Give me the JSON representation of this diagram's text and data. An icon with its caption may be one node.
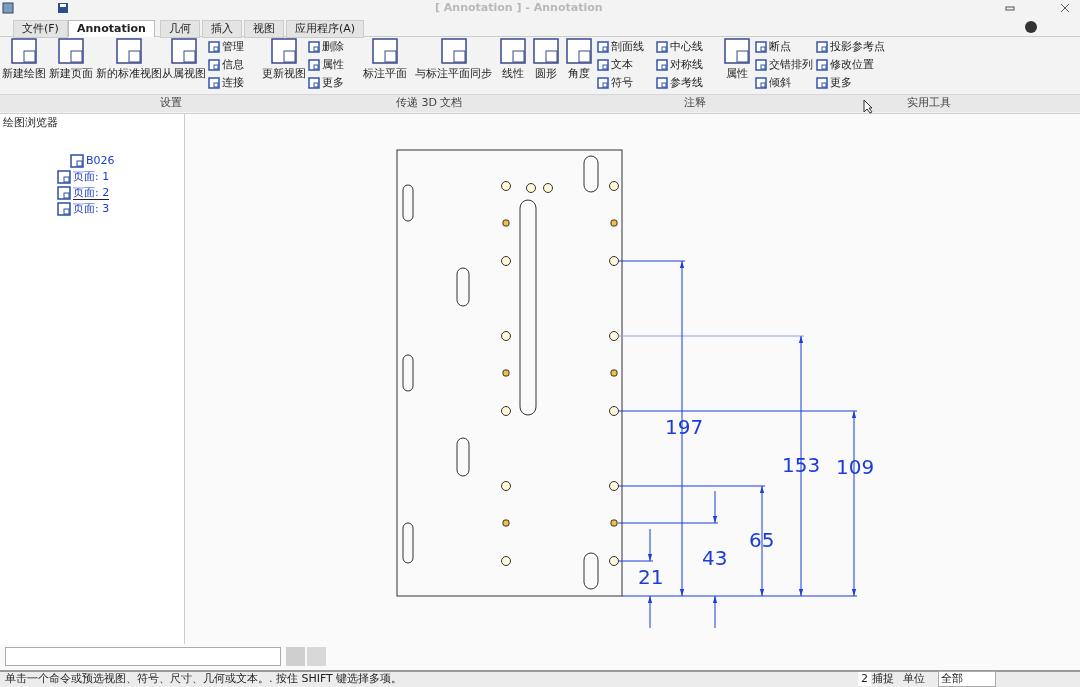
{
  "diagram": {
    "labels": [
      "[ Annotation ] - Annotation",
      "文件(F)",
      "Annotation",
      "几何",
      "插入",
      "视图",
      "应用程序(A)",
      "新建绘图",
      "新建页面",
      "新的标准视图",
      "从属视图",
      "管理",
      "信息",
      "连接",
      "更新视图",
      "删除",
      "属性",
      "更多",
      "标注平面",
      "与标注平面同步",
      "线性",
      "圆形",
      "角度",
      "剖面线",
      "中心线",
      "文本",
      "对称线",
      "符号",
      "参考线",
      "属性",
      "断点",
      "投影参考点",
      "交错排列",
      "修改位置",
      "倾斜",
      "更多",
      "设置",
      "传递 3D 文档",
      "注释",
      "实用工具",
      "绘图浏览器",
      "B026",
      "页面: 1",
      "页面: 2",
      "页面: 3",
      "197",
      "153",
      "109",
      "65",
      "43",
      "21",
      "单击一个命令或预选视图、符号、尺寸、几何或文本。. 按住 SHIFT 键选择多项。",
      "2",
      "捕捉",
      "单位",
      "全部"
    ]
  }
}
